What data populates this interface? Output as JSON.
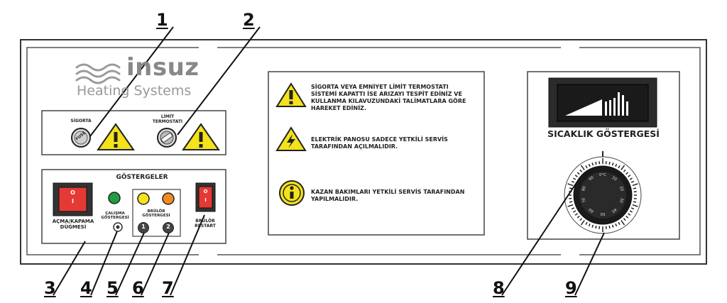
{
  "brand": {
    "name": "insuz",
    "tagline": "Heating Systems"
  },
  "callouts": [
    "1",
    "2",
    "3",
    "4",
    "5",
    "6",
    "7",
    "8",
    "9"
  ],
  "fuse_panel": {
    "sigorta_label": "SİGORTA",
    "fuse_text": "FUSE",
    "limit_label_line1": "LİMİT",
    "limit_label_line2": "TERMOSTATI"
  },
  "indicators": {
    "title": "GÖSTERGELER",
    "power_label_line1": "AÇMA/KAPAMA",
    "power_label_line2": "DÜĞMESİ",
    "switch_on": "I",
    "switch_off": "O",
    "running_label_line1": "ÇALIŞMA",
    "running_label_line2": "GÖSTERGESİ",
    "burner_label_line1": "BRÜLÖR",
    "burner_label_line2": "GÖSTERGESİ",
    "burner_1": "1",
    "burner_2": "2",
    "restart_label_line1": "BRÜLÖR",
    "restart_label_line2": "RESTART",
    "colors": {
      "green": "#1f9d3f",
      "yellow": "#f4e21b",
      "orange": "#f08a24"
    }
  },
  "warnings": [
    {
      "icon": "warning-exclamation",
      "lines": [
        "SİGORTA VEYA EMNİYET LİMİT TERMOSTATI",
        "SİSTEMİ KAPATTI İSE ARIZAYI TESPİT EDİNİZ VE",
        "KULLANMA KILAVUZUNDAKİ TALİMATLARA GÖRE",
        "HAREKET EDİNİZ."
      ]
    },
    {
      "icon": "warning-lightning",
      "lines": [
        "ELEKTRİK PANOSU SADECE YETKİLİ SERVİS",
        "TARAFINDAN AÇILMALIDIR."
      ]
    },
    {
      "icon": "info",
      "lines": [
        "KAZAN BAKIMLARI YETKİLİ SERVİS TARAFINDAN",
        "YAPILMALIDIR."
      ]
    }
  ],
  "temperature": {
    "title": "SICAKLIK GÖSTERGESİ",
    "dial_labels": [
      "0°C",
      "10",
      "20",
      "30",
      "40",
      "50",
      "60",
      "70",
      "80",
      "90"
    ]
  },
  "colors": {
    "warning_yellow": "#f4e21b",
    "panel_stroke": "#333333"
  }
}
